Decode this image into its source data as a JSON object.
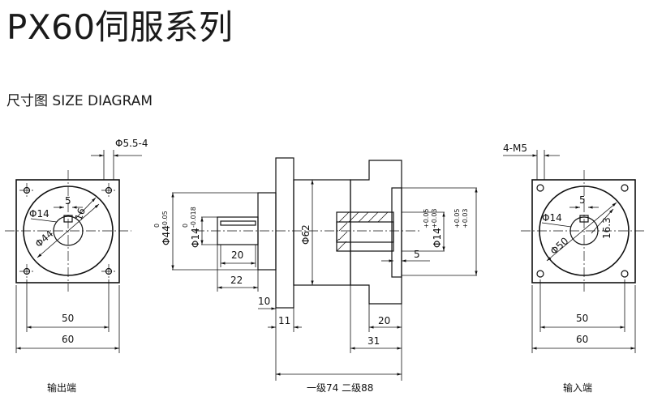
{
  "header": {
    "title": "PX60伺服系列",
    "subtitle": "尺寸图 SIZE DIAGRAM"
  },
  "output_view": {
    "caption": "输出端",
    "hole_label": "Φ5.5-4",
    "key_width": "5",
    "shaft_dia": "Φ14",
    "key_height": "16",
    "pcd": "Φ44",
    "bolt_span": "50",
    "flange_width": "60"
  },
  "side_view": {
    "output_dia": "Φ44",
    "output_dia_tol_upper": "0",
    "output_dia_tol_lower": "-0.05",
    "shaft_dia": "Φ14",
    "shaft_tol_upper": "0",
    "shaft_tol_lower": "-0.018",
    "body_dia": "Φ62",
    "bore_dia": "Φ14",
    "bore_tol_upper": "+0.05",
    "bore_tol_lower": "+0.03",
    "bore_tol2_upper": "+0.05",
    "bore_tol2_lower": "+0.03",
    "key_len": "20",
    "shaft_len": "22",
    "flange_thk": "10",
    "step_len": "11",
    "keyway_offset": "5",
    "input_len": "20",
    "motor_len": "31",
    "total_len": "一级74 二级88"
  },
  "input_view": {
    "caption": "输入端",
    "thread_label": "4-M5",
    "key_width": "5",
    "bore_dia": "Φ14",
    "key_height": "16.3",
    "pcd": "Φ50",
    "bolt_span": "50",
    "flange_width": "60"
  }
}
